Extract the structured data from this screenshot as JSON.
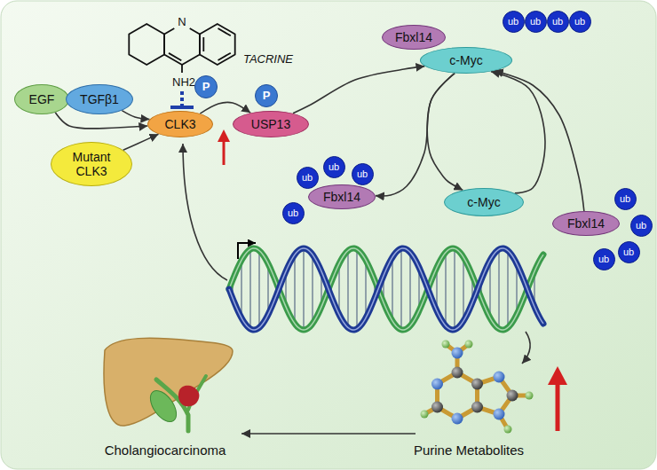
{
  "diagram": {
    "nodes": [
      {
        "text": [
          "EGF"
        ]
      },
      {
        "text": [
          "TGFβ1"
        ]
      },
      {
        "text": [
          "Mutant CLK3"
        ]
      },
      {
        "text": [
          "CLK3"
        ]
      },
      {
        "text": [
          "P"
        ]
      },
      {
        "text": [
          "P"
        ]
      },
      {
        "text": [
          "USP13"
        ]
      },
      {
        "text": [
          "Fbxl14"
        ]
      },
      {
        "text": [
          "c-Myc"
        ]
      },
      {
        "text": [
          "ub"
        ]
      },
      {
        "text": [
          "ub"
        ]
      },
      {
        "text": [
          "ub"
        ]
      },
      {
        "text": [
          "ub"
        ]
      },
      {
        "text": [
          "ub"
        ]
      },
      {
        "text": [
          "ub"
        ]
      },
      {
        "text": [
          "ub"
        ]
      },
      {
        "text": [
          "ub"
        ]
      },
      {
        "text": [
          "Fbxl14"
        ]
      },
      {
        "text": [
          "c-Myc"
        ]
      },
      {
        "text": [
          "Fbxl14"
        ]
      },
      {
        "text": [
          "ub"
        ]
      },
      {
        "text": [
          "ub"
        ]
      },
      {
        "text": [
          "ub"
        ]
      },
      {
        "text": [
          "ub"
        ]
      }
    ],
    "edges": [
      {
        "from": 0,
        "to": 3,
        "arrow": "to"
      },
      {
        "from": 1,
        "to": 3,
        "arrow": "to"
      },
      {
        "from": 2,
        "to": 3,
        "arrow": "to"
      },
      {
        "from": 3,
        "to": 6,
        "arrow": "to"
      },
      {
        "from": 6,
        "to": 8,
        "arrow": "to"
      },
      {
        "from": 8,
        "to": 17,
        "arrow": "to"
      },
      {
        "from": 8,
        "to": 18,
        "arrow": "to"
      },
      {
        "from": 18,
        "to": 8,
        "arrow": "to"
      },
      {
        "from": 19,
        "to": 8,
        "arrow": "to"
      }
    ],
    "labels": [
      "N",
      "NH2",
      "TACRINE",
      "Purine Metabolites",
      "Cholangiocarcinoma"
    ]
  }
}
